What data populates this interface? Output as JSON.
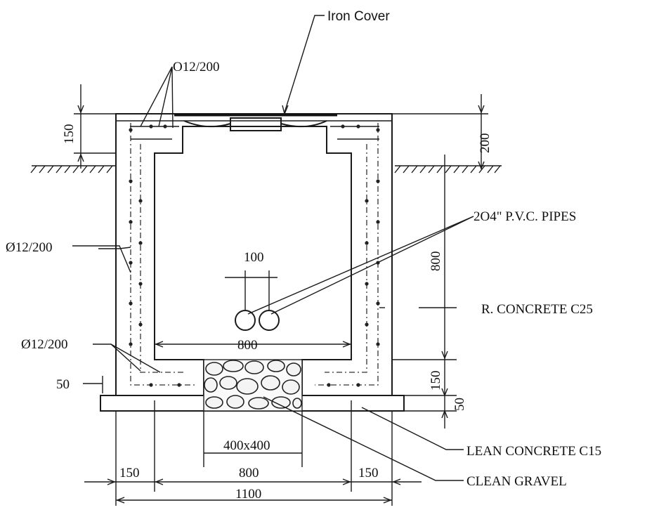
{
  "labels": {
    "iron_cover": "Iron Cover",
    "rebar_top": "O12/200",
    "rebar_wall": "Ø12/200",
    "rebar_bottom": "Ø12/200",
    "pvc_pipes": "2O4\" P.V.C. PIPES",
    "r_concrete": "R. CONCRETE C25",
    "lean_concrete": "LEAN CONCRETE C15",
    "clean_gravel": "CLEAN GRAVEL"
  },
  "dimensions": {
    "d_150_top": "150",
    "d_200_top": "200",
    "d_800_right": "800",
    "d_100_pipes": "100",
    "d_800_inner": "800",
    "d_150_base": "150",
    "d_50_right": "50",
    "d_50_left": "50",
    "d_400x400": "400x400",
    "d_150_left_bottom": "150",
    "d_800_bottom": "800",
    "d_150_right_bottom": "150",
    "d_1100": "1100"
  }
}
